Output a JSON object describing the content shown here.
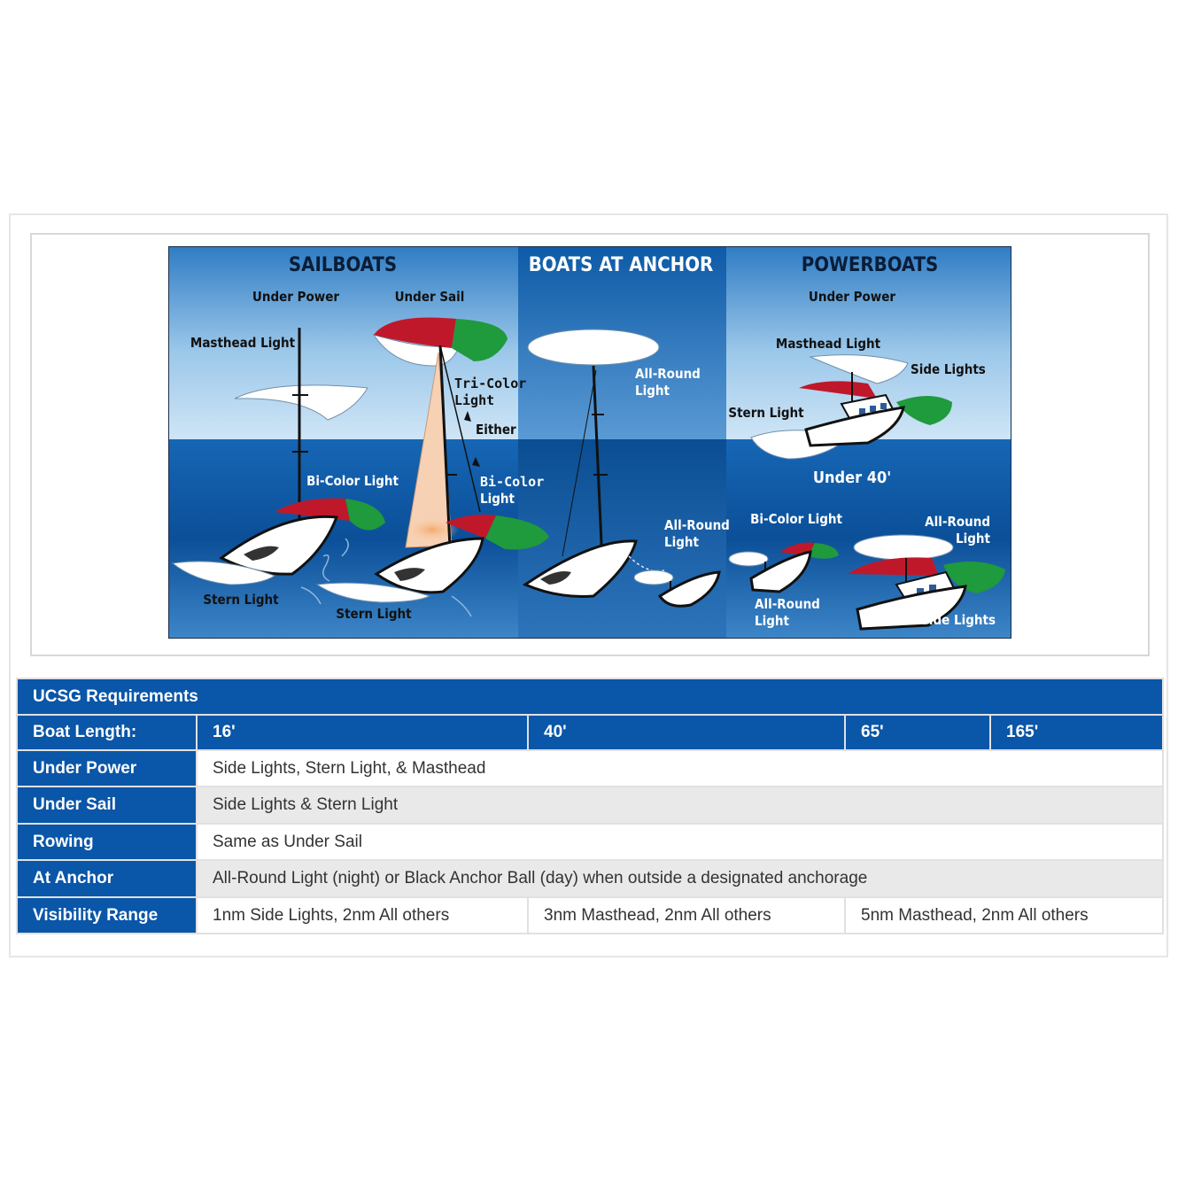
{
  "diagram": {
    "sections": {
      "sailboats": "SAILBOATS",
      "anchor": "BOATS AT ANCHOR",
      "powerboats": "POWERBOATS"
    },
    "labels": {
      "sail_under_power": "Under Power",
      "sail_under_sail": "Under Sail",
      "sail_masthead": "Masthead Light",
      "tri_color_1": "Tri-Color",
      "tri_color_2": "Light",
      "either": "Either",
      "bi_color_a": "Bi-Color Light",
      "bi_color_b1": "Bi-Color",
      "bi_color_b2": "Light",
      "stern_a": "Stern Light",
      "stern_b": "Stern Light",
      "anchor_allround1_a": "All-Round",
      "anchor_allround1_b": "Light",
      "anchor_allround2_a": "All-Round",
      "anchor_allround2_b": "Light",
      "pb_under_power": "Under Power",
      "pb_masthead": "Masthead Light",
      "pb_side_lights": "Side Lights",
      "pb_stern": "Stern Light",
      "pb_under_40": "Under 40'",
      "pb_bicolor": "Bi-Color Light",
      "pb_allround_a1": "All-Round",
      "pb_allround_a2": "Light",
      "pb_allround_b1": "All-Round",
      "pb_allround_b2": "Light",
      "pb_side_lights2": "Side Lights"
    },
    "colors": {
      "sky_light": "#9ec9ea",
      "sea_dark": "#0a4f96",
      "red_light": "#c0182b",
      "green_light": "#1f9a3c",
      "sail": "#f7d1b3"
    }
  },
  "table": {
    "title": "UCSG Requirements",
    "length_label": "Boat Length:",
    "lengths": [
      "16'",
      "40'",
      "65'",
      "165'"
    ],
    "rows": [
      {
        "label": "Under Power",
        "value": "Side Lights, Stern Light, & Masthead"
      },
      {
        "label": "Under Sail",
        "value": "Side Lights & Stern Light"
      },
      {
        "label": "Rowing",
        "value": "Same as Under Sail"
      },
      {
        "label": "At Anchor",
        "value": "All-Round Light (night) or Black Anchor Ball (day) when outside a designated anchorage"
      }
    ],
    "visibility": {
      "label": "Visibility Range",
      "values": [
        "1nm Side Lights, 2nm All others",
        "3nm Masthead, 2nm All others",
        "5nm Masthead, 2nm All others"
      ]
    }
  }
}
